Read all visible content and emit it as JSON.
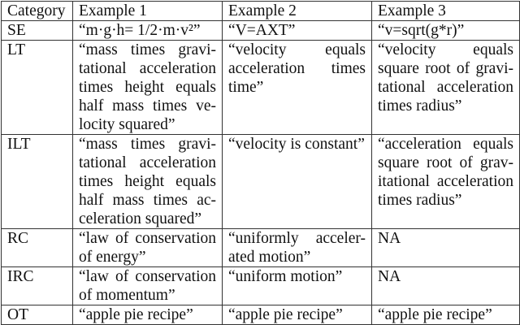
{
  "table": {
    "headers": [
      "Category",
      "Example 1",
      "Example 2",
      "Example 3"
    ],
    "rows": [
      {
        "category": "SE",
        "example1": [
          "“m·g·h= 1/2·m·v²”"
        ],
        "example2": [
          "“V=AXT”"
        ],
        "example3": [
          "“v=sqrt(g*r)”"
        ]
      },
      {
        "category": "LT",
        "example1": [
          "“mass times gravi-",
          "tational acceleration",
          "times height equals",
          "half mass times ve-",
          "locity squared”"
        ],
        "example2": [
          "“velocity equals",
          "acceleration times",
          "time”"
        ],
        "example3": [
          "“velocity equals",
          "square root of gravi-",
          "tational acceleration",
          "times radius”"
        ]
      },
      {
        "category": "ILT",
        "example1": [
          "“mass times gravi-",
          "tational acceleration",
          "times height equals",
          "half mass times ac-",
          "celeration squared”"
        ],
        "example2": [
          "“velocity is constant”"
        ],
        "example3": [
          "“acceleration equals",
          "square root of grav-",
          "itational acceleration",
          "times radius”"
        ]
      },
      {
        "category": "RC",
        "example1": [
          "“law of conservation",
          "of energy”"
        ],
        "example2": [
          "“uniformly acceler-",
          "ated motion”"
        ],
        "example3": [
          "NA"
        ]
      },
      {
        "category": "IRC",
        "example1": [
          "“law of conservation",
          "of momentum”"
        ],
        "example2": [
          "“uniform motion”"
        ],
        "example3": [
          "NA"
        ]
      },
      {
        "category": "OT",
        "example1": [
          "“apple pie recipe”"
        ],
        "example2": [
          "“apple pie recipe”"
        ],
        "example3": [
          "“apple pie recipe”"
        ]
      }
    ]
  }
}
